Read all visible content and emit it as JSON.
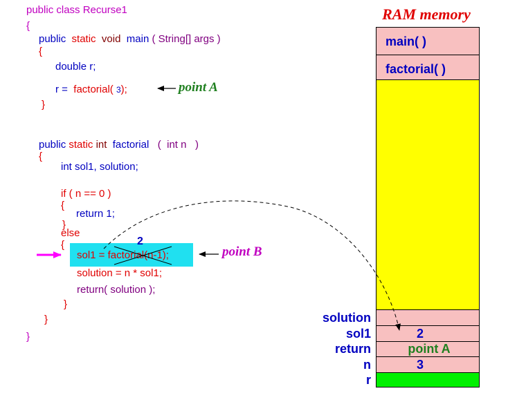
{
  "code": {
    "class_line": "public class Recurse1",
    "open_brace": "{",
    "close_brace": "}",
    "main": {
      "kw_public": "public",
      "kw_static": "static",
      "kw_void": "void",
      "name": "main",
      "params": "( String[] args )",
      "decl": "double r;",
      "assign_prefix": "r =",
      "call": "factorial(",
      "arg": "3",
      "call_end": ");"
    },
    "factorial": {
      "kw_public": "public",
      "kw_static": "static",
      "kw_int": "int",
      "name": "factorial",
      "params": "(  int n   )",
      "decl": "int sol1, solution;",
      "if_line": "if ( n == 0 )",
      "return1": "return 1;",
      "else_line": "else",
      "sol1_line": "sol1 = factorial(n-1);",
      "solution_line": "solution = n * sol1;",
      "return_line": "return( solution );",
      "replaced_value": "2"
    }
  },
  "labels": {
    "point_a": "point A",
    "point_b": "point B"
  },
  "ram": {
    "title": "RAM memory",
    "frames": [
      "main( )",
      "factorial( )"
    ],
    "vars": [
      {
        "name": "solution",
        "value": ""
      },
      {
        "name": "sol1",
        "value": "2"
      },
      {
        "name": "return",
        "value": "point A"
      },
      {
        "name": "n",
        "value": "3"
      },
      {
        "name": "r",
        "value": ""
      }
    ]
  },
  "colors": {
    "frame_fill": "#f8c0c0",
    "free_fill": "#ffff00",
    "r_fill": "#00f000",
    "highlight": "#20e0f0"
  }
}
